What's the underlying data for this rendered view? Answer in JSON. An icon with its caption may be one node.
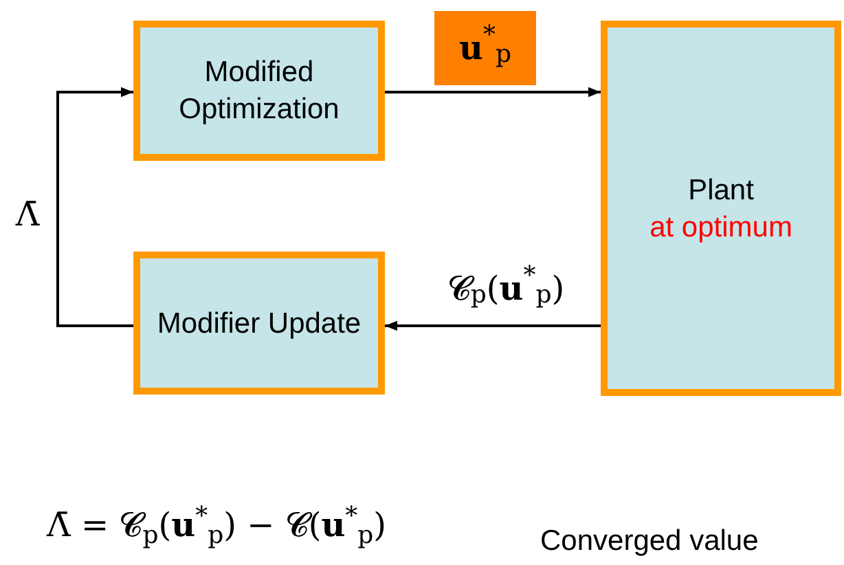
{
  "diagram": {
    "nodes": [
      {
        "text": [
          "Modified Optimization"
        ]
      },
      {
        "text": [
          "Plant",
          "at optimum"
        ]
      },
      {
        "text": [
          "Modifier Update"
        ]
      }
    ],
    "edges": [
      {
        "from": 0,
        "to": 1,
        "arrow": "to",
        "label": "**u**$^{*}$$_{p}$"
      },
      {
        "from": 1,
        "to": 2,
        "arrow": "to",
        "label": "𝓒$_{p}$(**u**$^{*}$$_{p}$)"
      },
      {
        "from": 2,
        "to": 0,
        "arrow": "to",
        "label": "Λ̄"
      }
    ],
    "labels": [
      "Λ̄ = 𝓒$_{p}$(**u**$^{*}$$_{p}$) − 𝓒(**u**$^{*}$$_{p}$)",
      "Converged value"
    ]
  }
}
